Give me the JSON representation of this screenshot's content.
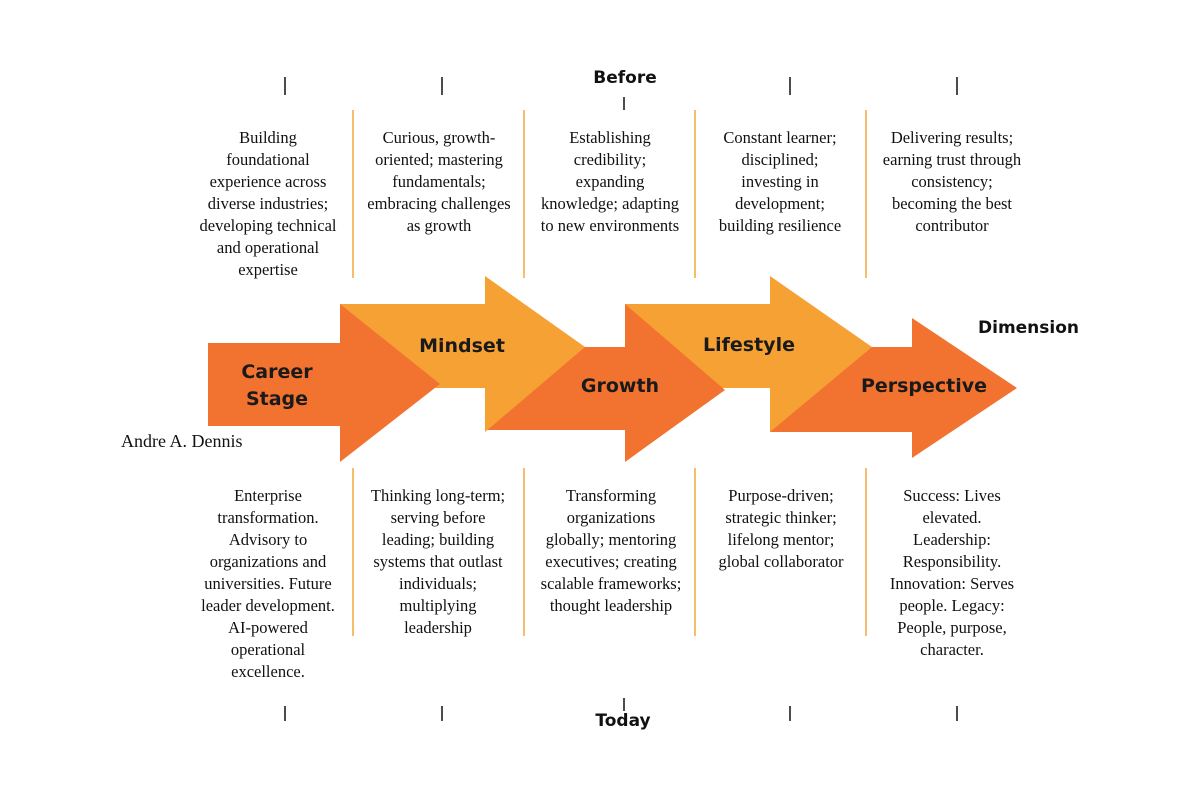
{
  "brackets": {
    "top_label": "Before",
    "bottom_label": "Today"
  },
  "dimension_label": "Dimension",
  "author": "Andre A. Dennis",
  "colors": {
    "dark_orange": "#f27330",
    "light_orange": "#f5a133",
    "bracket_left": "#f2b21e",
    "bracket_right": "#cf4718",
    "divider": "#f4a93a"
  },
  "arrows": [
    {
      "lines": [
        "Career",
        "Stage"
      ]
    },
    {
      "lines": [
        "Mindset"
      ]
    },
    {
      "lines": [
        "Growth"
      ]
    },
    {
      "lines": [
        "Lifestyle"
      ]
    },
    {
      "lines": [
        "Perspective"
      ]
    }
  ],
  "before_cells": [
    "Building foundational experience across diverse industries; developing technical and operational expertise",
    "Curious, growth-oriented; mastering fundamentals; embracing challenges as growth",
    "Establishing credibility; expanding knowledge; adapting to new environments",
    "Constant learner; disciplined; investing in development; building resilience",
    "Delivering results; earning trust through consistency; becoming the best contributor"
  ],
  "today_cells": [
    "Enterprise transformation. Advisory to organizations and universities. Future leader development. AI-powered operational excellence.",
    "Thinking long-term; serving before leading; building systems that outlast individuals; multiplying leadership",
    "Transforming organizations globally; mentoring executives; creating scalable frameworks; thought leadership",
    "Purpose-driven; strategic thinker; lifelong mentor; global collaborator",
    "Success: Lives elevated. Leadership: Responsibility. Innovation: Serves people. Legacy: People, purpose, character."
  ]
}
